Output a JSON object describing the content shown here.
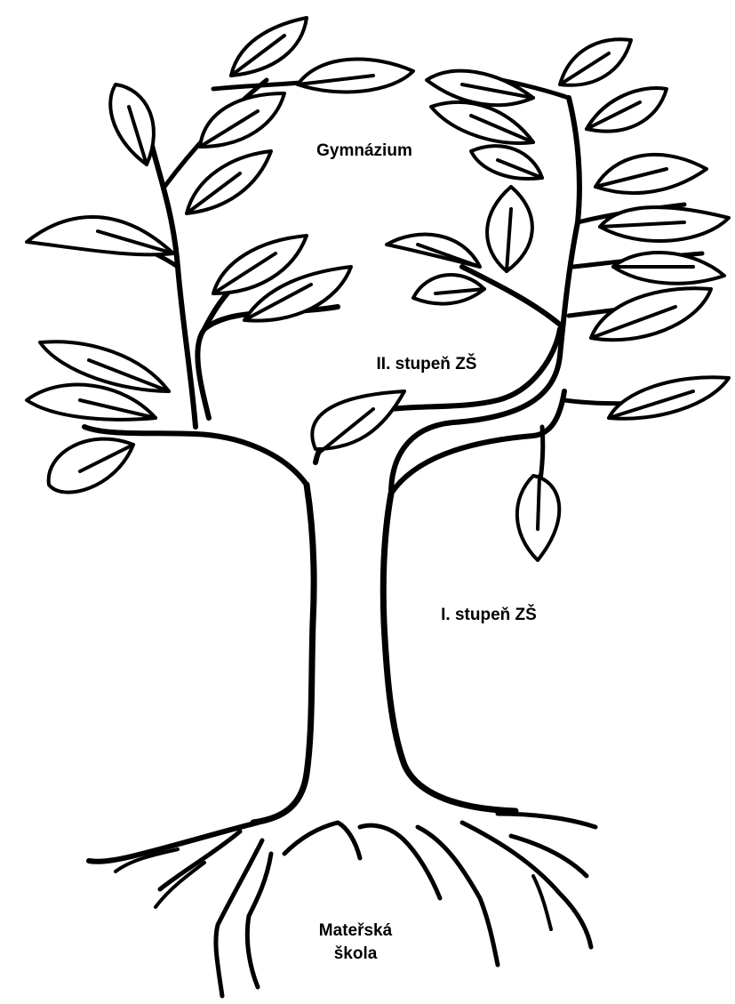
{
  "labels": {
    "gymnazium": "Gymnázium",
    "stupen_ii": "II. stupeň ZŠ",
    "stupen_i": "I. stupeň ZŠ",
    "materska_line1": "Mateřská",
    "materska_line2": "škola"
  },
  "colors": {
    "ink": "#000000",
    "background": "#ffffff"
  }
}
